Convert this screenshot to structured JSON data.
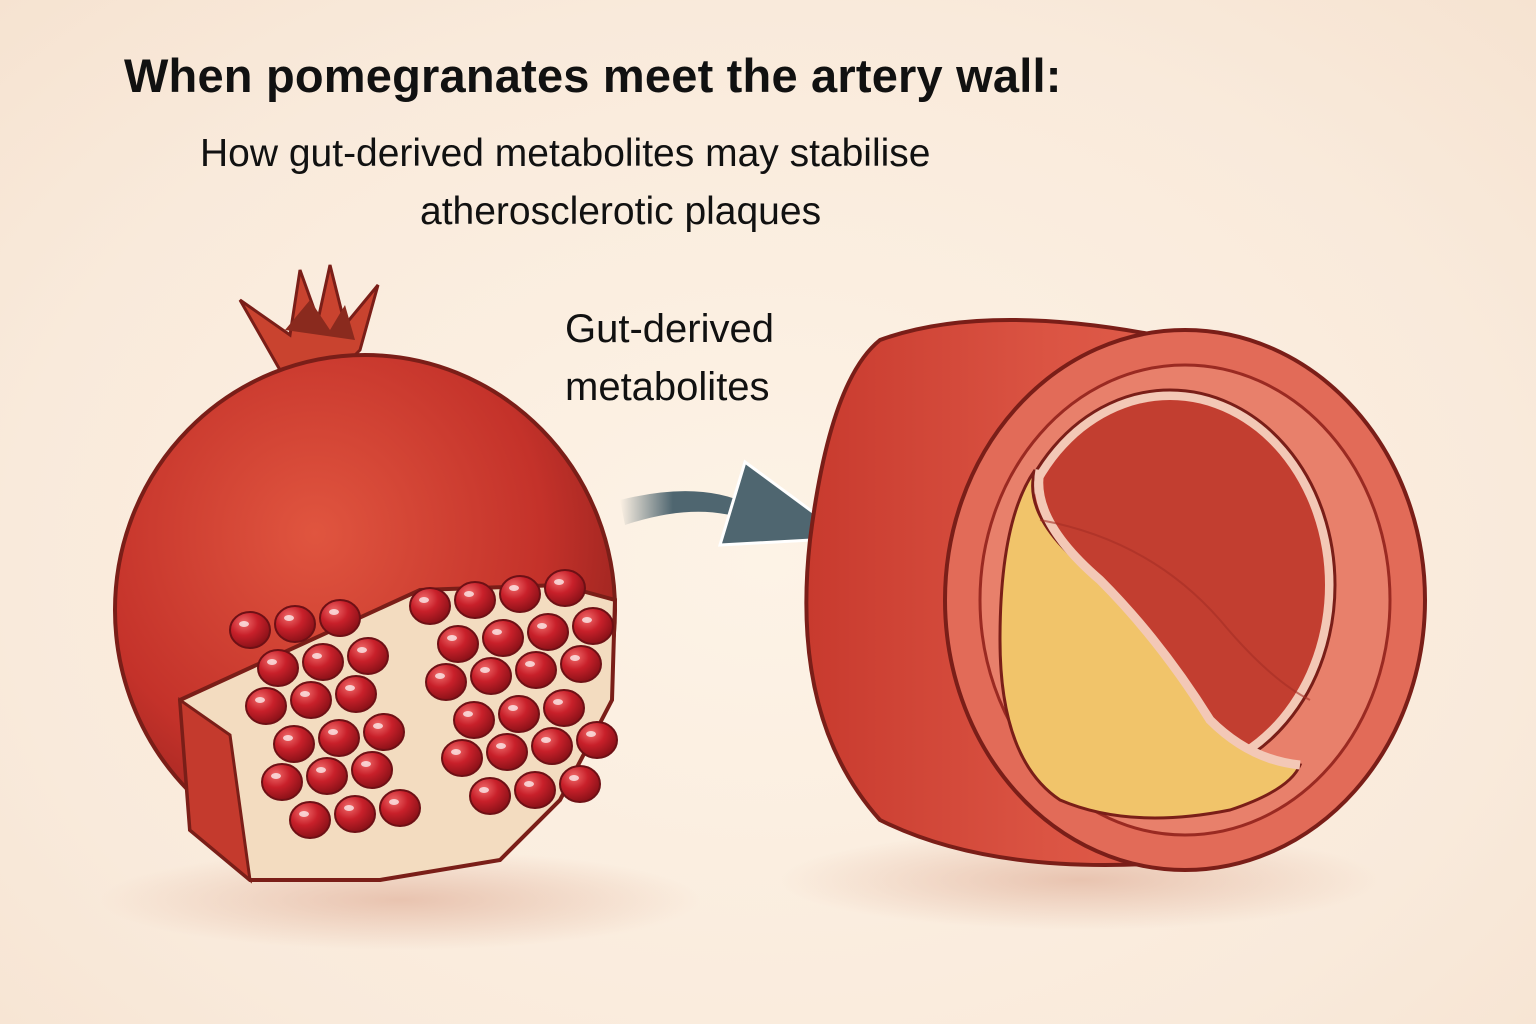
{
  "title": "When pomegranates meet the artery wall:",
  "subtitle": {
    "line1": "How gut-derived metabolites may stabilise",
    "line2": "atherosclerotic plaques"
  },
  "arrow_label": {
    "line1": "Gut-derived",
    "line2": "metabolites"
  },
  "colors": {
    "background": "#fbeedc",
    "fruit": "#c8362c",
    "artery": "#d9503f",
    "plaque": "#f1c46a",
    "arrow": "#4f6670"
  }
}
